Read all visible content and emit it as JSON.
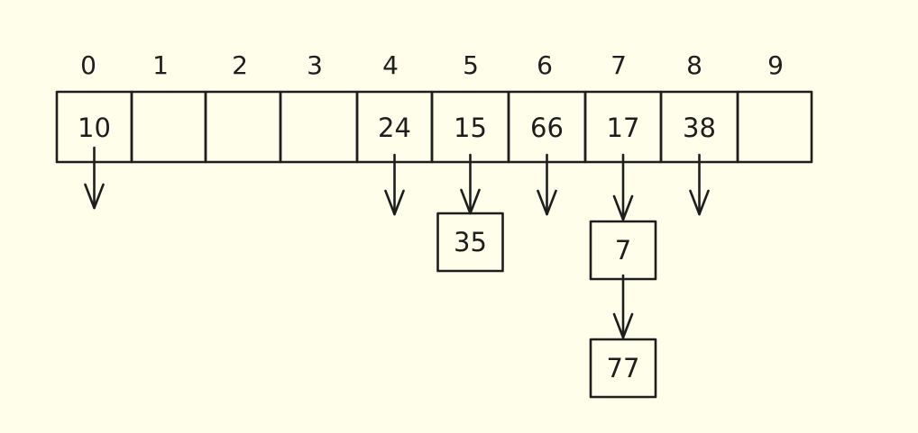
{
  "diagram": {
    "indices": [
      "0",
      "1",
      "2",
      "3",
      "4",
      "5",
      "6",
      "7",
      "8",
      "9"
    ],
    "slots": [
      "10",
      "",
      "",
      "",
      "24",
      "15",
      "66",
      "17",
      "38",
      ""
    ],
    "chains": [
      {
        "slot": 5,
        "nodes": [
          "35"
        ]
      },
      {
        "slot": 7,
        "nodes": [
          "7",
          "77"
        ]
      }
    ]
  }
}
